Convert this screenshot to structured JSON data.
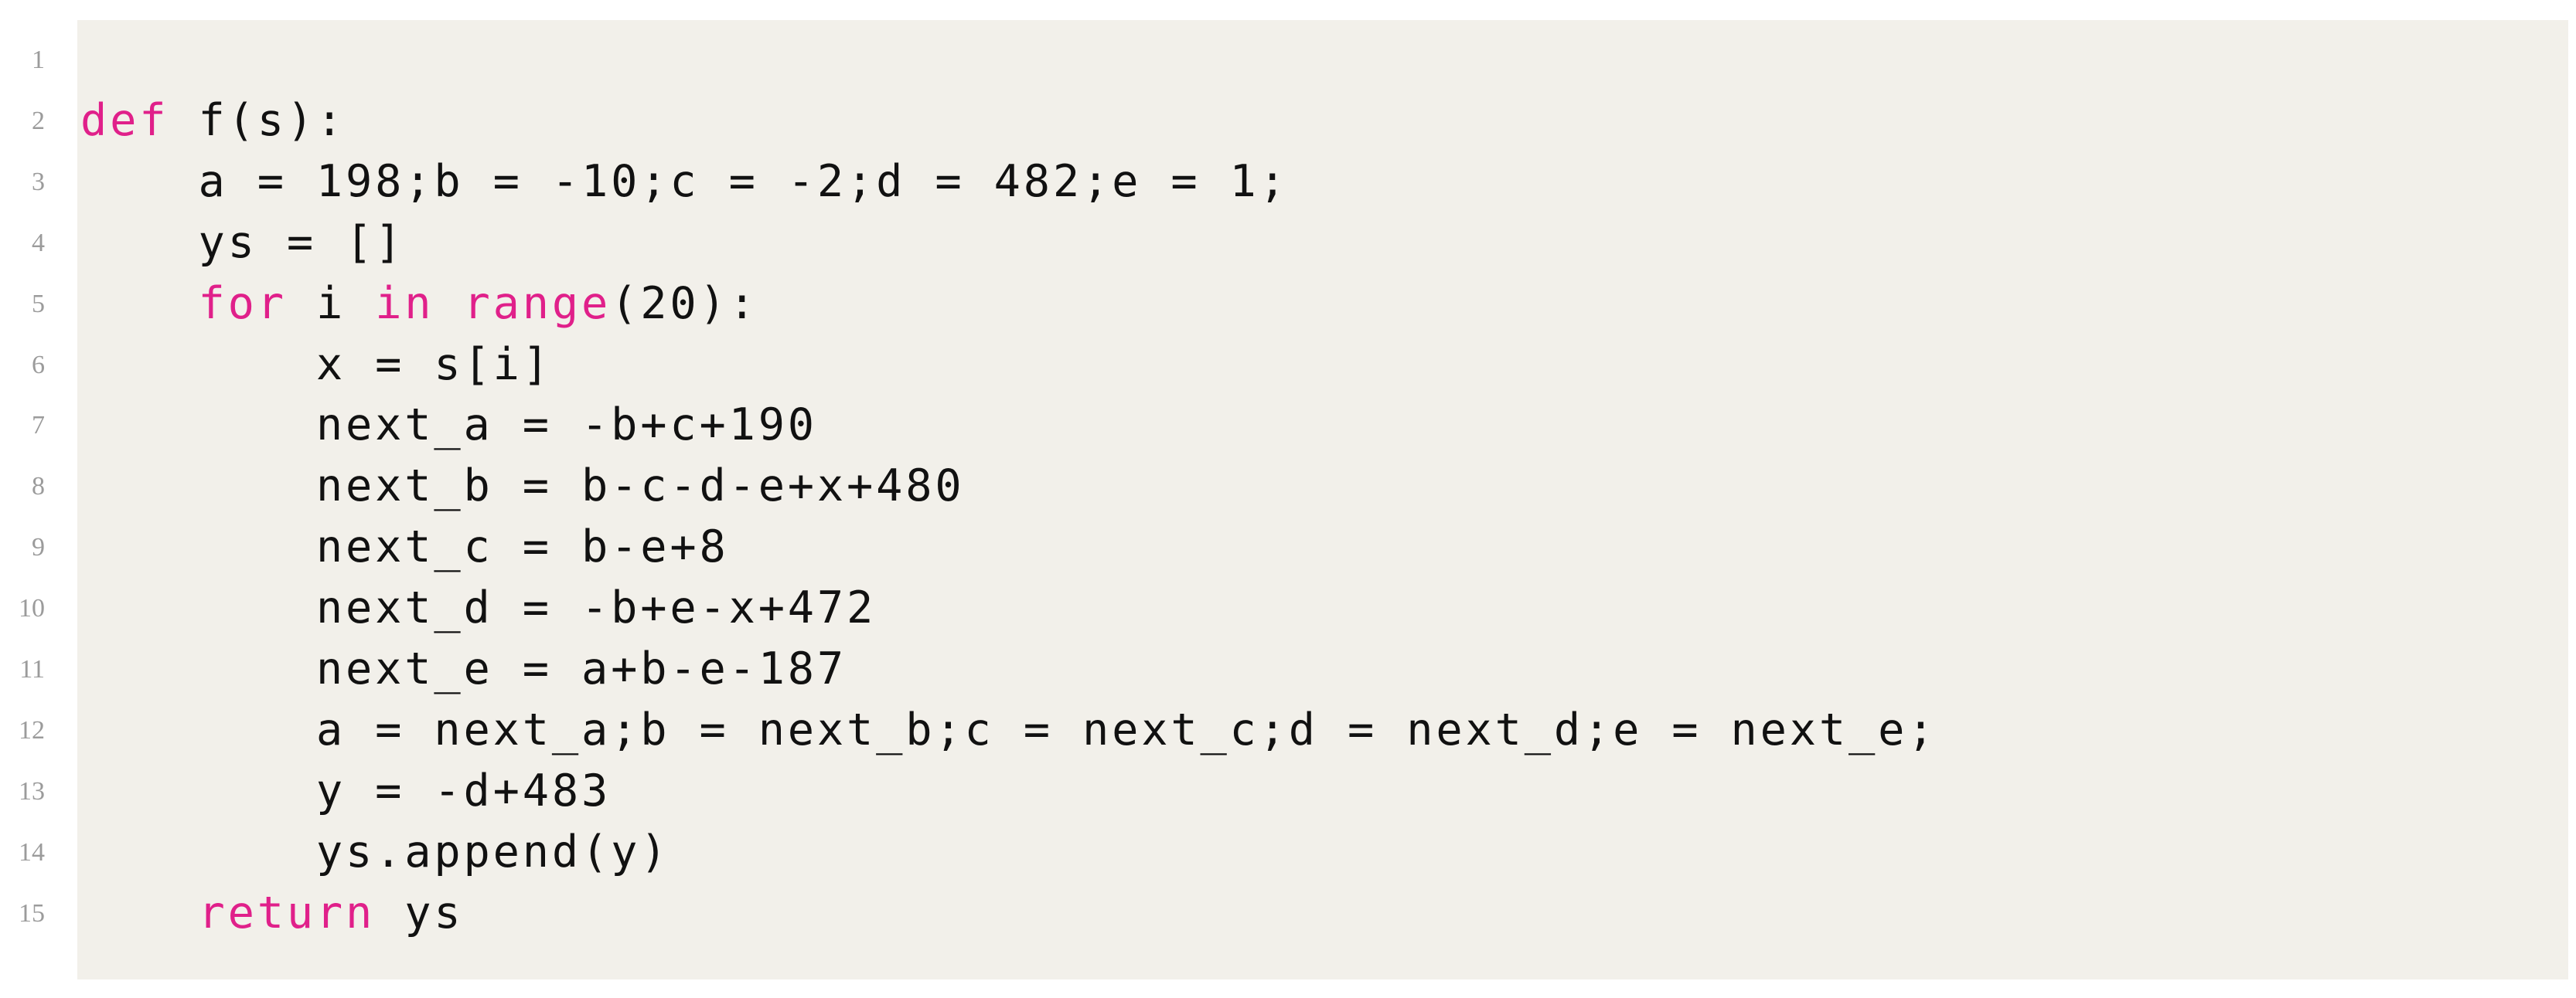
{
  "colors": {
    "background": "#f2f0ea",
    "keyword": "#e0208a",
    "text": "#111111",
    "line_number": "#9b9b9b"
  },
  "code": {
    "lines": [
      {
        "number": "1",
        "tokens": []
      },
      {
        "number": "2",
        "tokens": [
          {
            "t": "def",
            "kw": true
          },
          {
            "t": " f(s):",
            "kw": false
          }
        ]
      },
      {
        "number": "3",
        "tokens": [
          {
            "t": "    a = 198;b = -10;c = -2;d = 482;e = 1;",
            "kw": false
          }
        ]
      },
      {
        "number": "4",
        "tokens": [
          {
            "t": "    ys = []",
            "kw": false
          }
        ]
      },
      {
        "number": "5",
        "tokens": [
          {
            "t": "    ",
            "kw": false
          },
          {
            "t": "for",
            "kw": true
          },
          {
            "t": " i ",
            "kw": false
          },
          {
            "t": "in",
            "kw": true
          },
          {
            "t": " ",
            "kw": false
          },
          {
            "t": "range",
            "kw": true
          },
          {
            "t": "(20):",
            "kw": false
          }
        ]
      },
      {
        "number": "6",
        "tokens": [
          {
            "t": "        x = s[i]",
            "kw": false
          }
        ]
      },
      {
        "number": "7",
        "tokens": [
          {
            "t": "        next_a = -b+c+190",
            "kw": false
          }
        ]
      },
      {
        "number": "8",
        "tokens": [
          {
            "t": "        next_b = b-c-d-e+x+480",
            "kw": false
          }
        ]
      },
      {
        "number": "9",
        "tokens": [
          {
            "t": "        next_c = b-e+8",
            "kw": false
          }
        ]
      },
      {
        "number": "10",
        "tokens": [
          {
            "t": "        next_d = -b+e-x+472",
            "kw": false
          }
        ]
      },
      {
        "number": "11",
        "tokens": [
          {
            "t": "        next_e = a+b-e-187",
            "kw": false
          }
        ]
      },
      {
        "number": "12",
        "tokens": [
          {
            "t": "        a = next_a;b = next_b;c = next_c;d = next_d;e = next_e;",
            "kw": false
          }
        ]
      },
      {
        "number": "13",
        "tokens": [
          {
            "t": "        y = -d+483",
            "kw": false
          }
        ]
      },
      {
        "number": "14",
        "tokens": [
          {
            "t": "        ys.append(y)",
            "kw": false
          }
        ]
      },
      {
        "number": "15",
        "tokens": [
          {
            "t": "    ",
            "kw": false
          },
          {
            "t": "return",
            "kw": true
          },
          {
            "t": " ys",
            "kw": false
          }
        ]
      }
    ]
  }
}
